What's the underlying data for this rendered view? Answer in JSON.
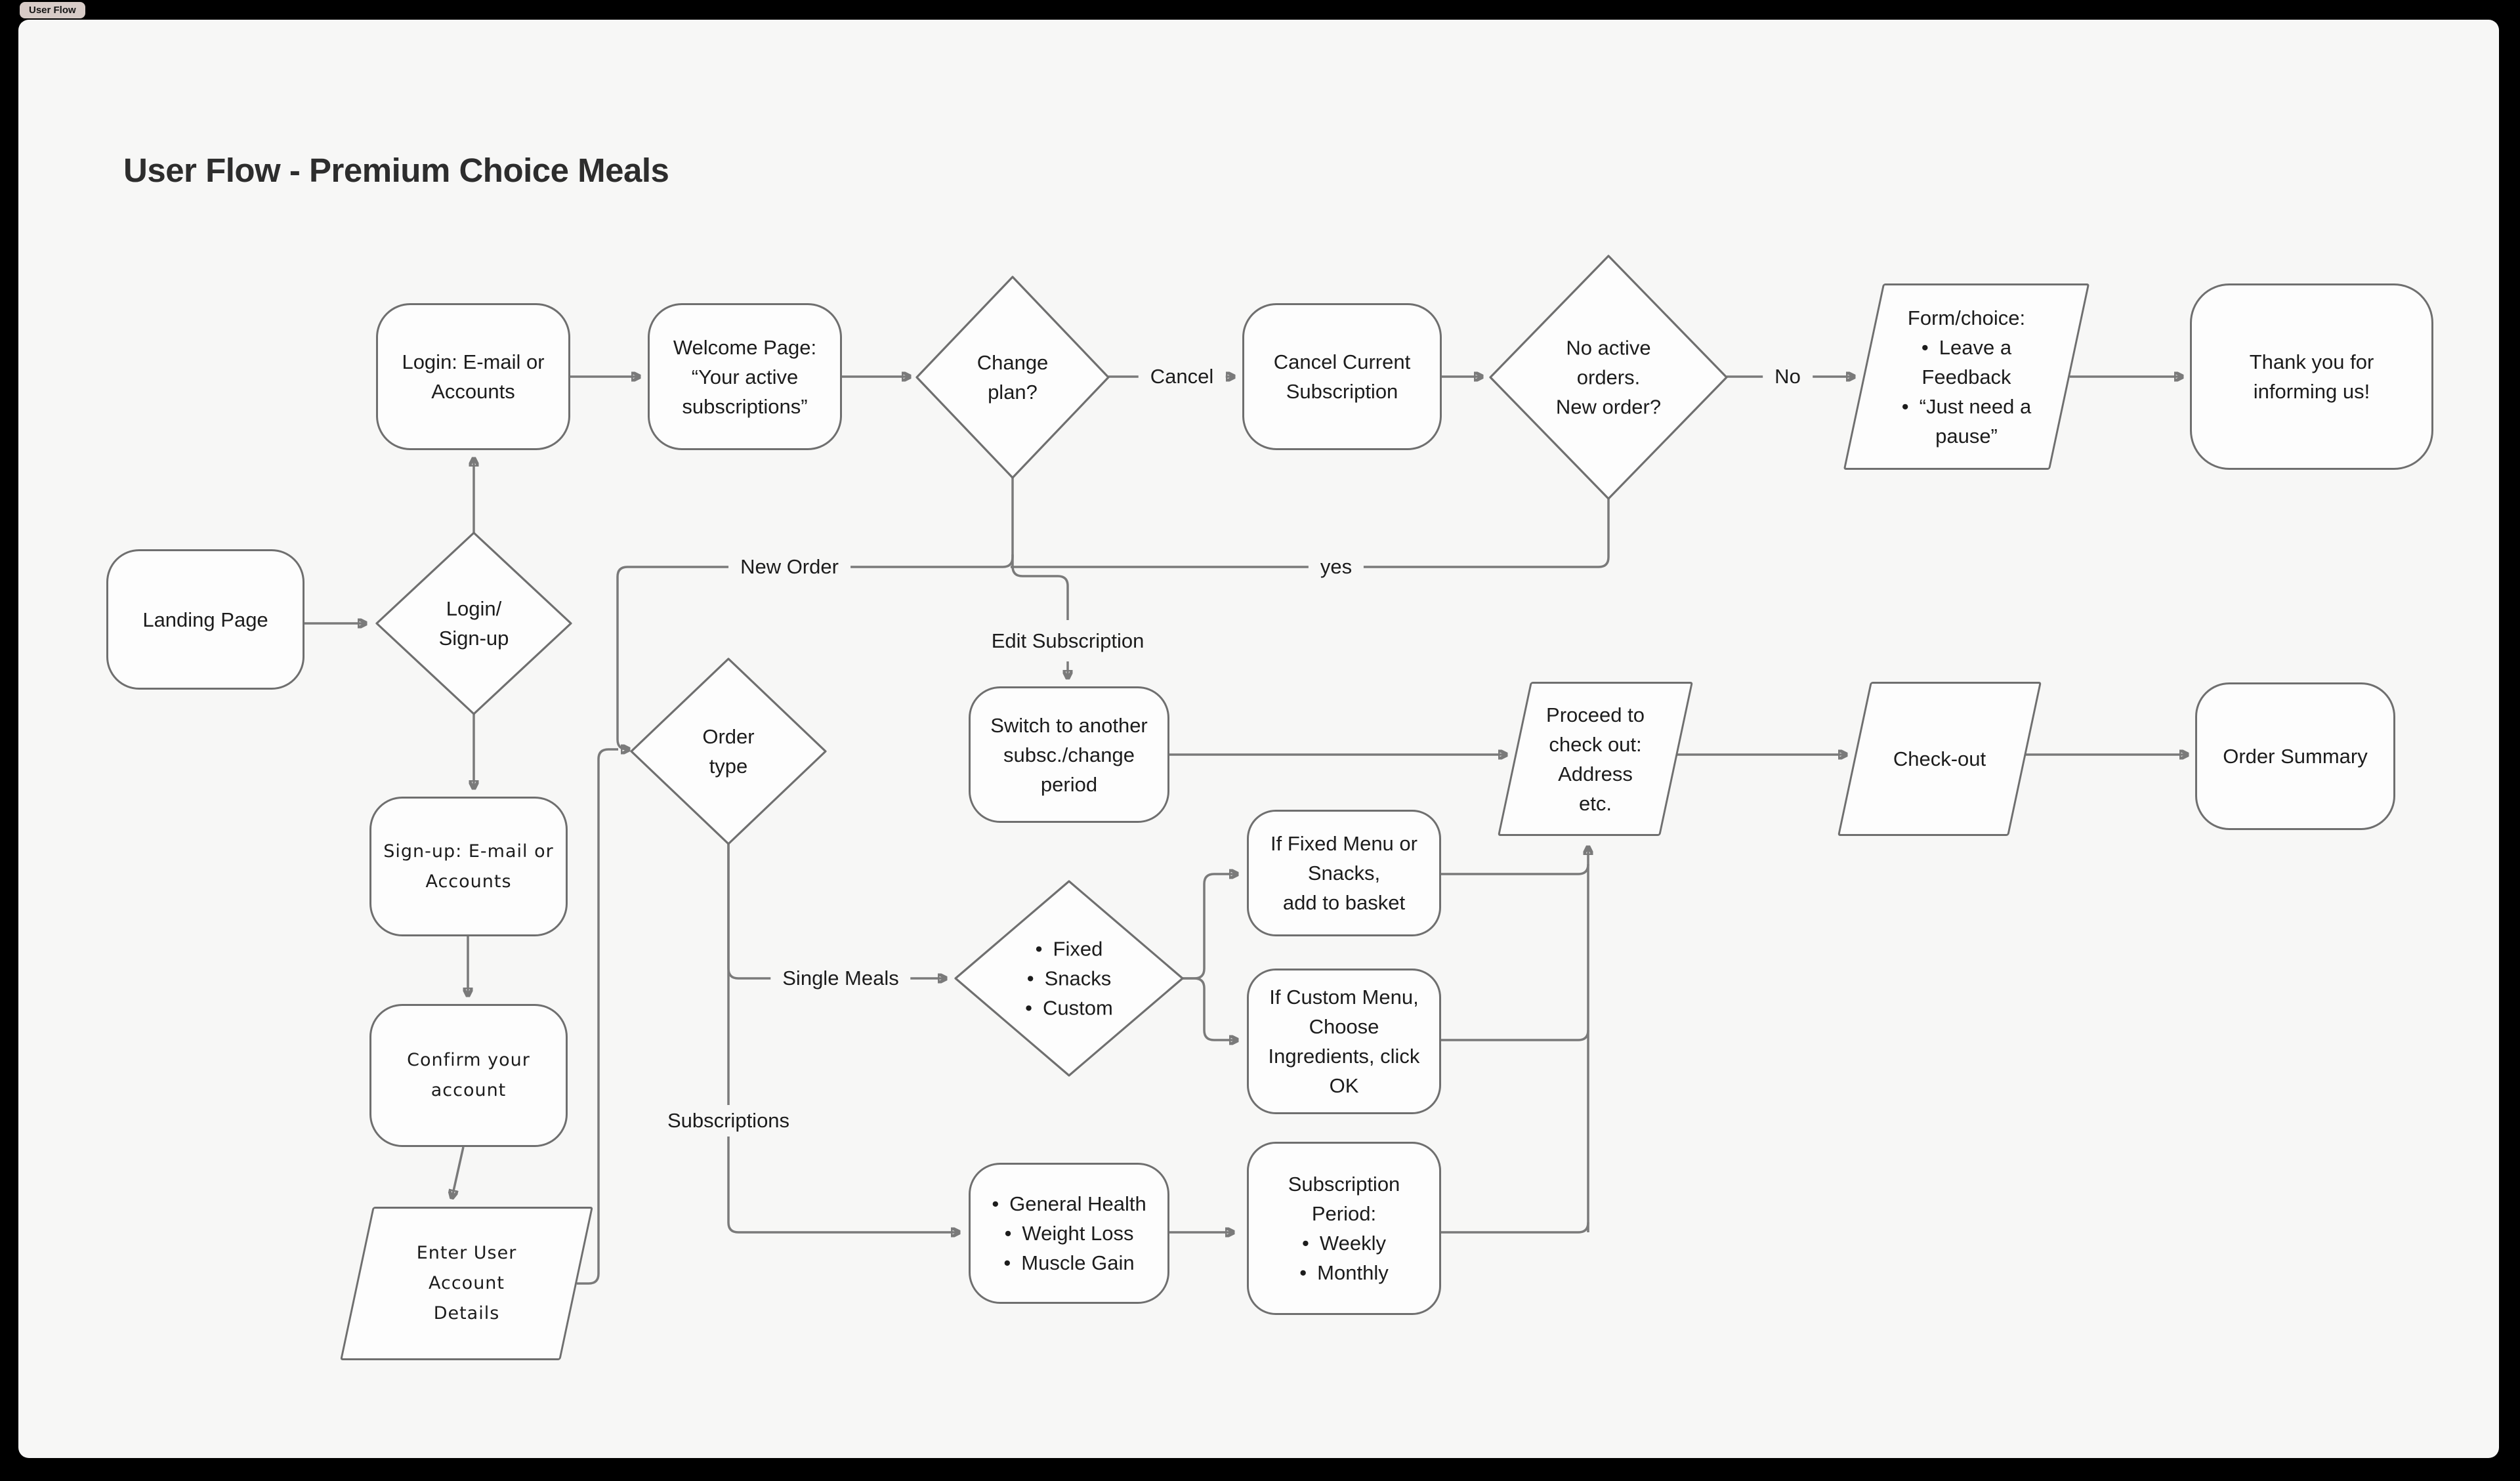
{
  "tab": {
    "label": "User Flow"
  },
  "title": "User Flow - Premium Choice Meals",
  "nodes": {
    "landing": {
      "lines": [
        "Landing Page"
      ]
    },
    "login_signup": {
      "lines": [
        "Login/",
        "Sign-up"
      ]
    },
    "login": {
      "lines": [
        "Login: E-mail or",
        "Accounts"
      ]
    },
    "welcome": {
      "lines": [
        "Welcome Page:",
        "“Your active",
        "subscriptions”"
      ]
    },
    "change_plan": {
      "lines": [
        "Change",
        "plan?"
      ]
    },
    "cancel_current": {
      "lines": [
        "Cancel Current",
        "Subscription"
      ]
    },
    "no_active": {
      "lines": [
        "No active",
        "orders.",
        "New order?"
      ]
    },
    "feedback_form": {
      "heading": "Form/choice:",
      "bullets": [
        "Leave a Feedback",
        "“Just need a pause”"
      ]
    },
    "thank_you": {
      "lines": [
        "Thank you for",
        "informing us!"
      ]
    },
    "signup": {
      "lines": [
        "Sign-up: E-mail or",
        "Accounts"
      ]
    },
    "confirm": {
      "lines": [
        "Confirm your",
        "account"
      ]
    },
    "enter_details": {
      "lines": [
        "Enter User",
        "Account",
        "Details"
      ]
    },
    "order_type": {
      "lines": [
        "Order",
        "type"
      ]
    },
    "switch_subsc": {
      "lines": [
        "Switch to another",
        "subsc./change",
        "period"
      ]
    },
    "proceed_checkout": {
      "lines": [
        "Proceed to",
        "check out:",
        "Address",
        "etc."
      ]
    },
    "checkout": {
      "lines": [
        "Check-out"
      ]
    },
    "order_summary": {
      "lines": [
        "Order Summary"
      ]
    },
    "meal_options": {
      "bullets": [
        "Fixed",
        "Snacks",
        "Custom"
      ]
    },
    "if_fixed": {
      "lines": [
        "If Fixed Menu or",
        "Snacks,",
        "add to basket"
      ]
    },
    "if_custom": {
      "lines": [
        "If Custom Menu,",
        "Choose",
        "Ingredients, click",
        "OK"
      ]
    },
    "subscription_goals": {
      "bullets": [
        "General Health",
        "Weight Loss",
        "Muscle Gain"
      ]
    },
    "subscription_period": {
      "heading_lines": [
        "Subscription",
        "Period:"
      ],
      "bullets": [
        "Weekly",
        "Monthly"
      ]
    }
  },
  "edge_labels": {
    "cancel": "Cancel",
    "no": "No",
    "yes": "yes",
    "new_order": "New Order",
    "edit_subscription": "Edit Subscription",
    "single_meals": "Single Meals",
    "subscriptions": "Subscriptions"
  },
  "colors": {
    "frame": "#000000",
    "canvas": "#f7f7f6",
    "node_fill": "#fdfdfd",
    "node_border": "#6f6f6f",
    "connector": "#7a7a7a",
    "text": "#1c1c1c",
    "tab_bg": "#d7cbc7"
  }
}
